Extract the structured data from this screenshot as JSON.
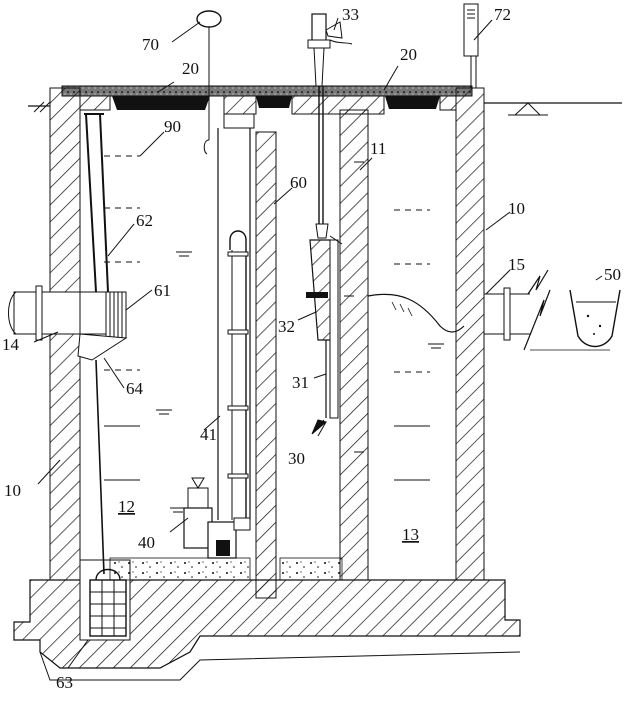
{
  "diagram": {
    "labels": {
      "l70": "70",
      "l33": "33",
      "l72": "72",
      "l20a": "20",
      "l20b": "20",
      "l90": "90",
      "l11": "11",
      "l60": "60",
      "l10a": "10",
      "l62": "62",
      "l15": "15",
      "l50": "50",
      "l61": "61",
      "l14": "14",
      "l32": "32",
      "l64": "64",
      "l31": "31",
      "l41": "41",
      "l30": "30",
      "l10b": "10",
      "l12": "12",
      "l40": "40",
      "l13": "13",
      "l63": "63"
    },
    "colors": {
      "ink": "#111111",
      "paper": "#ffffff",
      "pavement": "#555555"
    }
  }
}
